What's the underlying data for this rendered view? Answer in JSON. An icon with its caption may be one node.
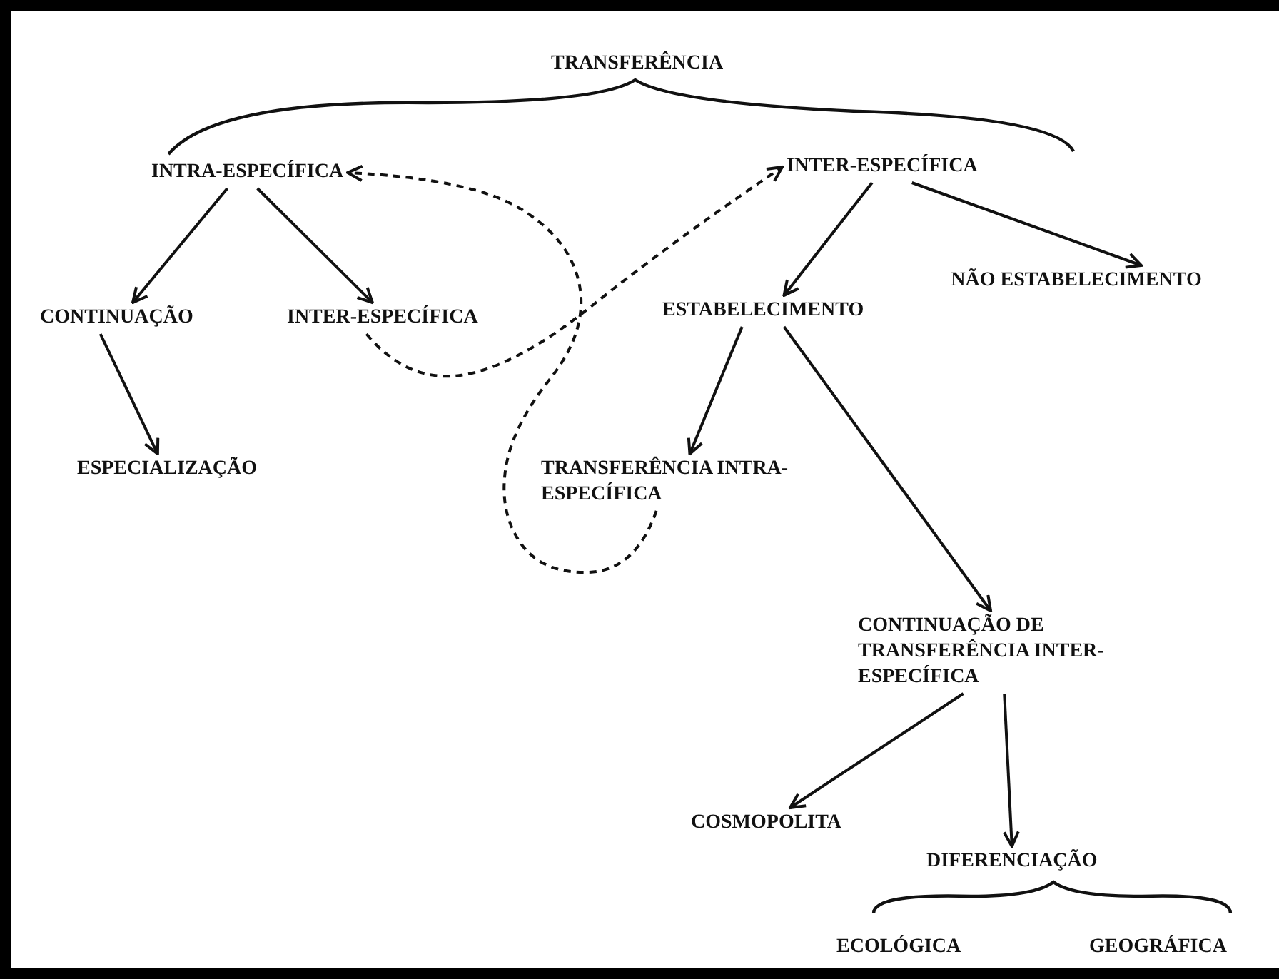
{
  "diagram": {
    "nodes": [
      {
        "text": [
          "TRANSFERÊNCIA"
        ]
      },
      {
        "text": [
          "INTRA-ESPECÍFICA"
        ]
      },
      {
        "text": [
          "INTER-ESPECÍFICA"
        ]
      },
      {
        "text": [
          "CONTINUAÇÃO"
        ]
      },
      {
        "text": [
          "INTER-ESPECÍFICA"
        ]
      },
      {
        "text": [
          "ESTABELECIMENTO"
        ]
      },
      {
        "text": [
          "NÃO ESTABELECIMENTO"
        ]
      },
      {
        "text": [
          "ESPECIALIZAÇÃO"
        ]
      },
      {
        "text": [
          "TRANSFERÊNCIA INTRA-ESPECÍFICA"
        ]
      },
      {
        "text": [
          "CONTINUAÇÃO DE TRANSFERÊNCIA INTER-ESPECÍFICA"
        ]
      },
      {
        "text": [
          "COSMOPOLITA"
        ]
      },
      {
        "text": [
          "DIFERENCIAÇÃO"
        ]
      },
      {
        "text": [
          "ECOLÓGICA"
        ]
      },
      {
        "text": [
          "GEOGRÁFICA"
        ]
      }
    ],
    "edges": [
      {
        "from": 1,
        "to": 3,
        "arrow": "to"
      },
      {
        "from": 1,
        "to": 4,
        "arrow": "to"
      },
      {
        "from": 3,
        "to": 7,
        "arrow": "to"
      },
      {
        "from": 2,
        "to": 5,
        "arrow": "to"
      },
      {
        "from": 2,
        "to": 6,
        "arrow": "to"
      },
      {
        "from": 4,
        "to": 2,
        "arrow": "to",
        "style": "dashed"
      },
      {
        "from": 5,
        "to": 8,
        "arrow": "to"
      },
      {
        "from": 5,
        "to": 9,
        "arrow": "to"
      },
      {
        "from": 8,
        "to": 1,
        "arrow": "to",
        "style": "dashed"
      },
      {
        "from": 9,
        "to": 10,
        "arrow": "to"
      },
      {
        "from": 9,
        "to": 11,
        "arrow": "to"
      }
    ]
  }
}
